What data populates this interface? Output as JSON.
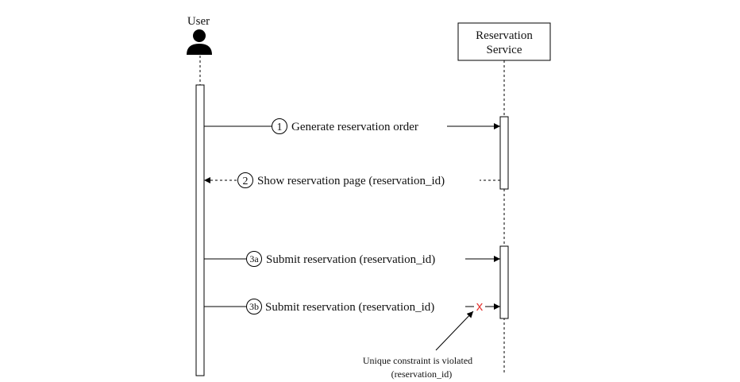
{
  "actors": {
    "user": {
      "label": "User"
    },
    "service": {
      "label_line1": "Reservation",
      "label_line2": "Service"
    }
  },
  "messages": [
    {
      "step": "1",
      "text": "Generate reservation order",
      "direction": "request"
    },
    {
      "step": "2",
      "text": "Show reservation page (reservation_id)",
      "direction": "response"
    },
    {
      "step": "3a",
      "text": "Submit reservation (reservation_id)",
      "direction": "request"
    },
    {
      "step": "3b",
      "text": "Submit reservation (reservation_id)",
      "direction": "request",
      "failed": true
    }
  ],
  "failure_mark": "x",
  "note": {
    "line1": "Unique constraint is violated",
    "line2": "(reservation_id)"
  },
  "colors": {
    "failure": "#e53935",
    "line": "#000000"
  }
}
